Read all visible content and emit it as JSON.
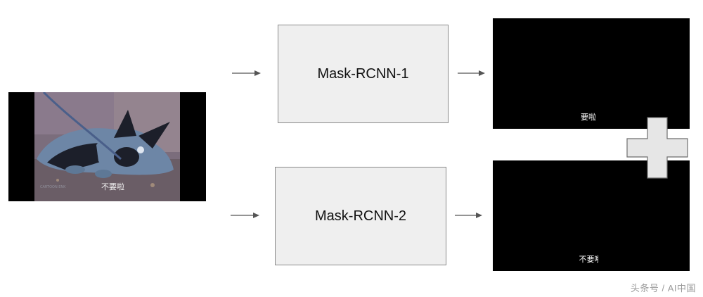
{
  "input": {
    "subtitle": "不要啦",
    "channel_logo": "CARTOON ENK"
  },
  "models": [
    {
      "label": "Mask-RCNN-1"
    },
    {
      "label": "Mask-RCNN-2"
    }
  ],
  "outputs": [
    {
      "text": "要啦"
    },
    {
      "text": "不要",
      "partial_char": "啦"
    }
  ],
  "combine": {
    "symbol": "+"
  },
  "watermark": "头条号 / AI中国",
  "colors": {
    "box_fill": "#efefef",
    "box_border": "#8a8a8a",
    "arrow": "#555555",
    "plus_fill": "#e6e6e6",
    "output_bg": "#000000"
  }
}
